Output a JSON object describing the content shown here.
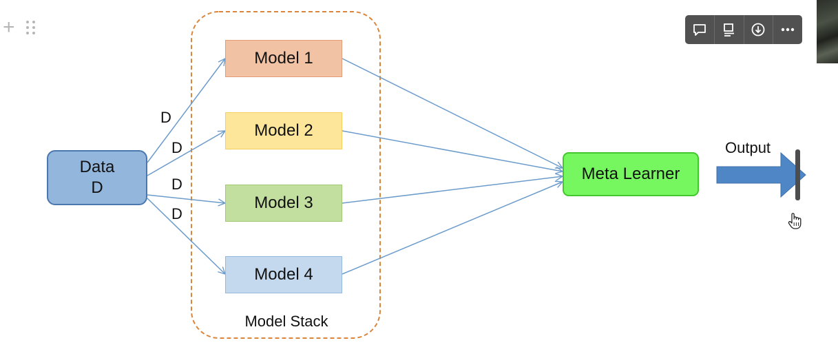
{
  "editor_controls": {
    "add_icon": "plus-icon",
    "drag_icon": "drag-handle-icon"
  },
  "toolbar": {
    "buttons": [
      {
        "icon": "comment-icon"
      },
      {
        "icon": "caption-icon"
      },
      {
        "icon": "download-icon"
      },
      {
        "icon": "more-icon"
      }
    ]
  },
  "diagram": {
    "data_node": {
      "line1": "Data",
      "line2": "D"
    },
    "models": [
      {
        "label": "Model 1"
      },
      {
        "label": "Model 2"
      },
      {
        "label": "Model 3"
      },
      {
        "label": "Model 4"
      }
    ],
    "stack_label": "Model Stack",
    "edge_labels": [
      "D",
      "D",
      "D",
      "D"
    ],
    "meta_learner": "Meta Learner",
    "output_label": "Output",
    "colors": {
      "data_fill": "#93b6dd",
      "model1_fill": "#f2c2a4",
      "model2_fill": "#fde69a",
      "model3_fill": "#c3df9f",
      "model4_fill": "#c4d9ee",
      "meta_fill": "#77f75f",
      "stack_border": "#d9853b",
      "arrow": "#6b9bcb",
      "output_arrow": "#4f86c6"
    }
  }
}
